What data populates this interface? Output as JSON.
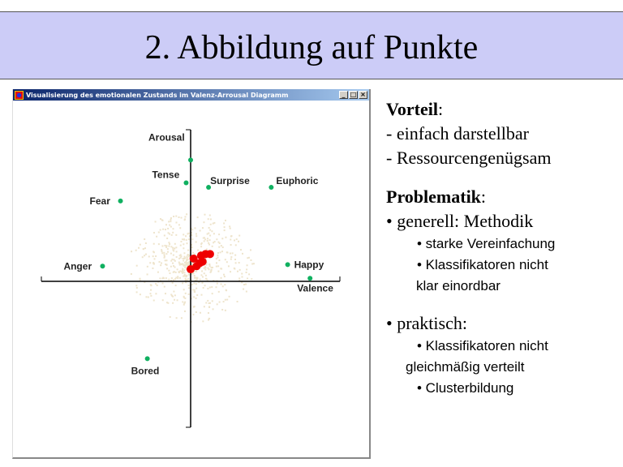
{
  "slide": {
    "title": "2. Abbildung auf Punkte"
  },
  "window": {
    "title": "Visualisierung des emotionalen Zustands im Valenz-Arrousal Diagramm",
    "buttons": [
      "_",
      "□",
      "×"
    ]
  },
  "chart_data": {
    "type": "scatter",
    "xlabel": "Valence",
    "ylabel": "Arousal",
    "xlim": [
      -1,
      1
    ],
    "ylim": [
      -1,
      1
    ],
    "points": [
      {
        "label": "Arousal",
        "x": 0,
        "y": 0.8
      },
      {
        "label": "Tense",
        "x": -0.03,
        "y": 0.65
      },
      {
        "label": "Surprise",
        "x": 0.12,
        "y": 0.62
      },
      {
        "label": "Euphoric",
        "x": 0.54,
        "y": 0.62
      },
      {
        "label": "Fear",
        "x": -0.47,
        "y": 0.53
      },
      {
        "label": "Anger",
        "x": -0.59,
        "y": 0.1
      },
      {
        "label": "Happy",
        "x": 0.65,
        "y": 0.11
      },
      {
        "label": "Valence",
        "x": 0.8,
        "y": 0.02
      },
      {
        "label": "Bored",
        "x": -0.29,
        "y": -0.51
      }
    ],
    "current_state_cluster": [
      [
        0.0,
        0.08
      ],
      [
        0.04,
        0.1
      ],
      [
        0.07,
        0.17
      ],
      [
        0.1,
        0.18
      ],
      [
        0.13,
        0.18
      ],
      [
        0.06,
        0.12
      ],
      [
        0.02,
        0.15
      ],
      [
        0.08,
        0.13
      ]
    ],
    "colors": {
      "point": "#10b060",
      "cluster": "#ee0000",
      "noise": "#eee4cc"
    }
  },
  "right": {
    "vorteil_label": "Vorteil",
    "colon": ":",
    "vorteil_items": [
      "- einfach darstellbar",
      "- Ressourcengenügsam"
    ],
    "problematik_label": "Problematik",
    "generell": "• generell: Methodik",
    "generell_items": [
      "• starke Vereinfachung",
      "• Klassifikatoren nicht",
      "klar einordbar"
    ],
    "praktisch": "• praktisch:",
    "praktisch_items": [
      "• Klassifikatoren nicht",
      "gleichmäßig verteilt",
      "• Clusterbildung"
    ]
  }
}
